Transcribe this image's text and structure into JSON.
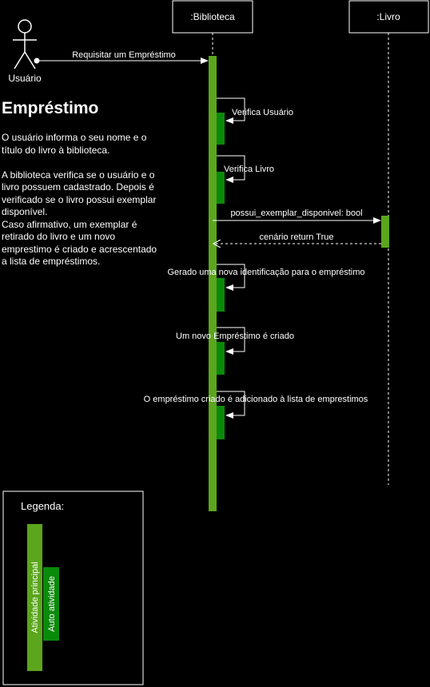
{
  "participants": {
    "actor": "Usuário",
    "biblioteca": ":Biblioteca",
    "livro": ":Livro"
  },
  "messages": {
    "requisitar": "Requisitar um Empréstimo",
    "verifica_usuario": "Verifica Usuário",
    "verifica_livro": "Verifica Livro",
    "possui_exemplar": "possui_exemplar_disponivel: bool",
    "retorno": "cenário return True",
    "gerado": "Gerado uma nova identificação para o empréstimo",
    "novo_emprestimo": "Um novo Empréstimo é criado",
    "adicionado": "O empréstimo criado é adicionado à lista de emprestimos"
  },
  "description": {
    "title": "Empréstimo",
    "body": "O usuário  informa o seu nome e o título do livro à biblioteca.\n\nA biblioteca verifica se o usuário e o livro possuem cadastrado. Depois é verificado se o livro possui exemplar disponível.\nCaso afirmativo, um exemplar é retirado do livro e um novo emprestimo é criado e acrescentado a lista de empréstimos."
  },
  "legend": {
    "title": "Legenda:",
    "main_activity": "Atividade principal",
    "self_activity": "Auto atividade"
  },
  "colors": {
    "main_activity": "#5ba61d",
    "self_activity": "#0a8a0a",
    "background": "#000000",
    "line": "#ffffff"
  }
}
